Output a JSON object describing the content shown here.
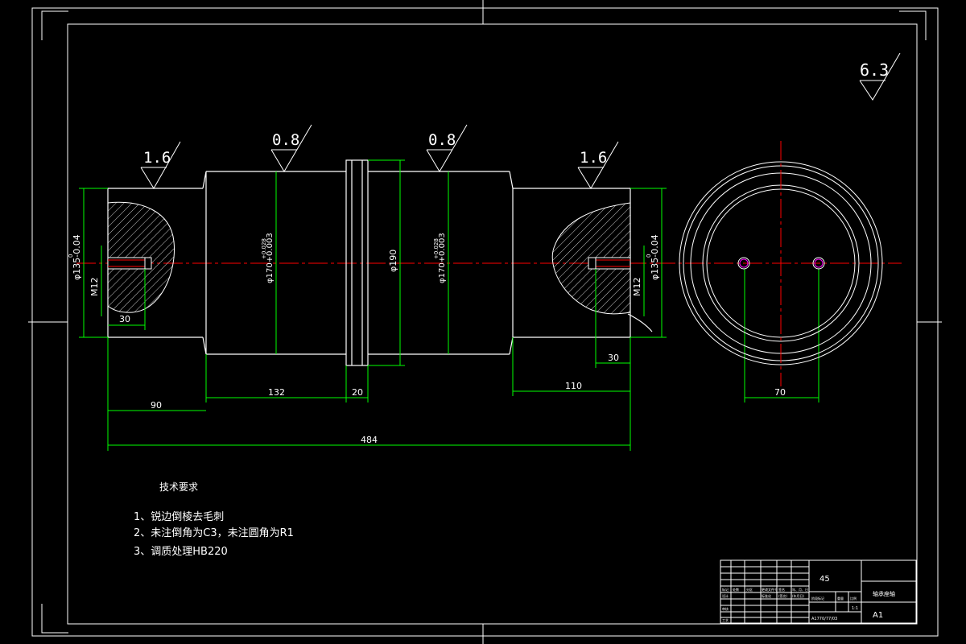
{
  "colors": {
    "background": "#000000",
    "outline": "#ffffff",
    "dimension": "#00ff00",
    "centerline": "#ff0000",
    "hole_marker": "#ff00ff"
  },
  "roughness": {
    "general": "6.3",
    "left_end": "1.6",
    "left_journal": "0.8",
    "right_journal": "0.8",
    "right_end": "1.6"
  },
  "dimensions": {
    "left_end_dia": "φ135-0.04",
    "left_end_dia_upper": "0",
    "left_thread": "M12",
    "left_thread_depth": "30",
    "left_journal_dia": "φ170+0.003",
    "left_journal_dia_upper": "+0.028",
    "collar_dia": "φ190",
    "right_journal_dia": "φ170+0.003",
    "right_journal_dia_upper": "+0.028",
    "right_end_dia": "φ135-0.04",
    "right_end_dia_upper": "0",
    "right_thread": "M12",
    "right_thread_depth": "30",
    "len_left_end": "90",
    "len_left_journal": "132",
    "len_collar": "20",
    "len_right_end": "110",
    "len_total": "484",
    "end_view_hole_spacing": "70"
  },
  "tech_requirements": {
    "title": "技术要求",
    "items": [
      "1、锐边倒棱去毛刺",
      "2、未注倒角为C3，未注圆角为R1",
      "3、调质处理HB220"
    ]
  },
  "title_block": {
    "material": "45",
    "part_name": "轴承座轴",
    "sheet_size": "A1",
    "scale": "1:1",
    "drawing_no": "A1770/77/03",
    "row_labels": [
      "标记",
      "设计",
      "审核",
      "工艺"
    ],
    "header_cells": [
      "处数",
      "分区",
      "更改文件号",
      "签名",
      "年、月、日"
    ],
    "std_cells": [
      "标准化",
      "(签名)",
      "(年月日)"
    ],
    "stage_cells": [
      "阶段标记",
      "重量",
      "比例"
    ]
  }
}
